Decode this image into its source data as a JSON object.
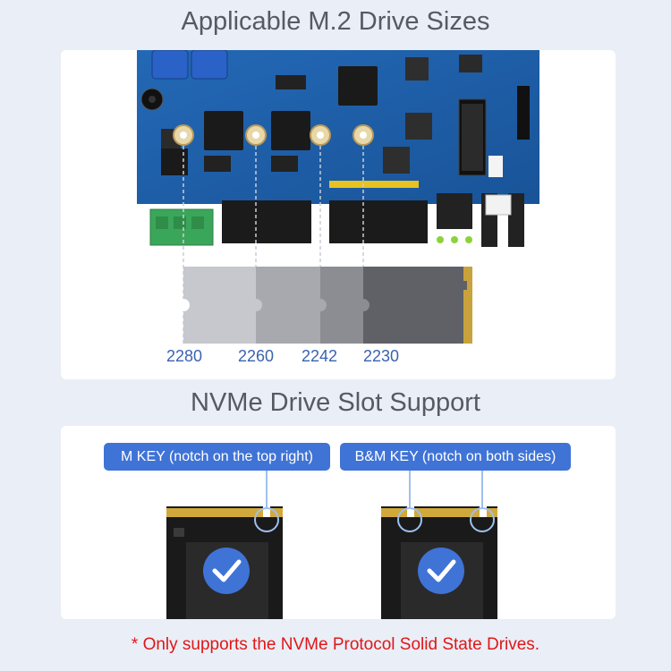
{
  "sections": {
    "sizes": {
      "title": "Applicable M.2 Drive Sizes",
      "drive_lengths": [
        "2280",
        "2260",
        "2242",
        "2230"
      ]
    },
    "slots": {
      "title": "NVMe Drive Slot Support",
      "m_key_label": "M KEY (notch on the top right)",
      "bm_key_label": "B&M KEY (notch on both sides)"
    }
  },
  "footer_note": "* Only supports the NVMe Protocol Solid State Drives.",
  "colors": {
    "board": "#1f5fa8",
    "badge": "#3f73d6",
    "label": "#3a63b0",
    "note": "#e11616"
  },
  "icons": [
    "checkmark-icon",
    "mounting-screw-icon",
    "capacitor-icon"
  ]
}
